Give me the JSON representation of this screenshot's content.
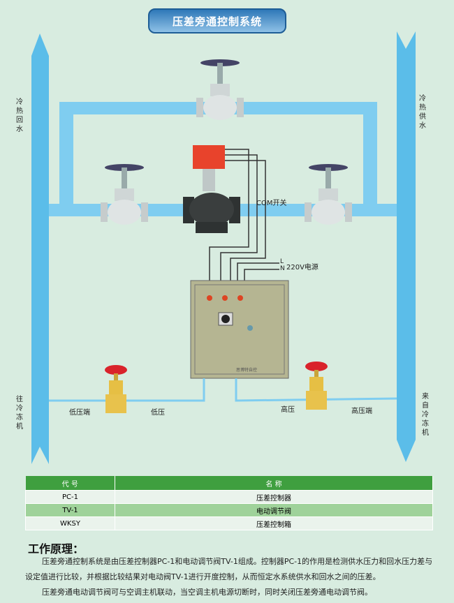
{
  "title": "压差旁通控制系统",
  "pipes": {
    "left_top": "冷热回水",
    "right_top": "冷热供水",
    "left_bottom": "往冷冻机",
    "right_bottom": "来自冷冻机"
  },
  "labels": {
    "com_switch": "COM开关",
    "l": "L",
    "n": "N",
    "power": "220V电源",
    "low_end": "低压端",
    "low": "低压",
    "high": "高压",
    "high_end": "高压端",
    "box_brand": "思博特自控"
  },
  "table": {
    "headers": [
      "代 号",
      "名 称"
    ],
    "rows": [
      {
        "code": "PC-1",
        "name": "压差控制器"
      },
      {
        "code": "TV-1",
        "name": "电动调节阀"
      },
      {
        "code": "WKSY",
        "name": "压差控制箱"
      }
    ]
  },
  "principle": {
    "heading": "工作原理：",
    "p1": "压差旁通控制系统是由压差控制器PC-1和电动调节阀TV-1组成。控制器PC-1的作用是检测供水压力和回水压力差与设定值进行比较，并根据比较结果对电动阀TV-1进行开度控制，从而恒定水系统供水和回水之间的压差。",
    "p2": "压差旁通电动调节阀可与空调主机联动，当空调主机电源切断时，同时关闭压差旁通电动调节阀。"
  },
  "colors": {
    "pipe": "#5bbde9",
    "header": "#3f9f3f",
    "alt_row": "#9fd29a"
  }
}
